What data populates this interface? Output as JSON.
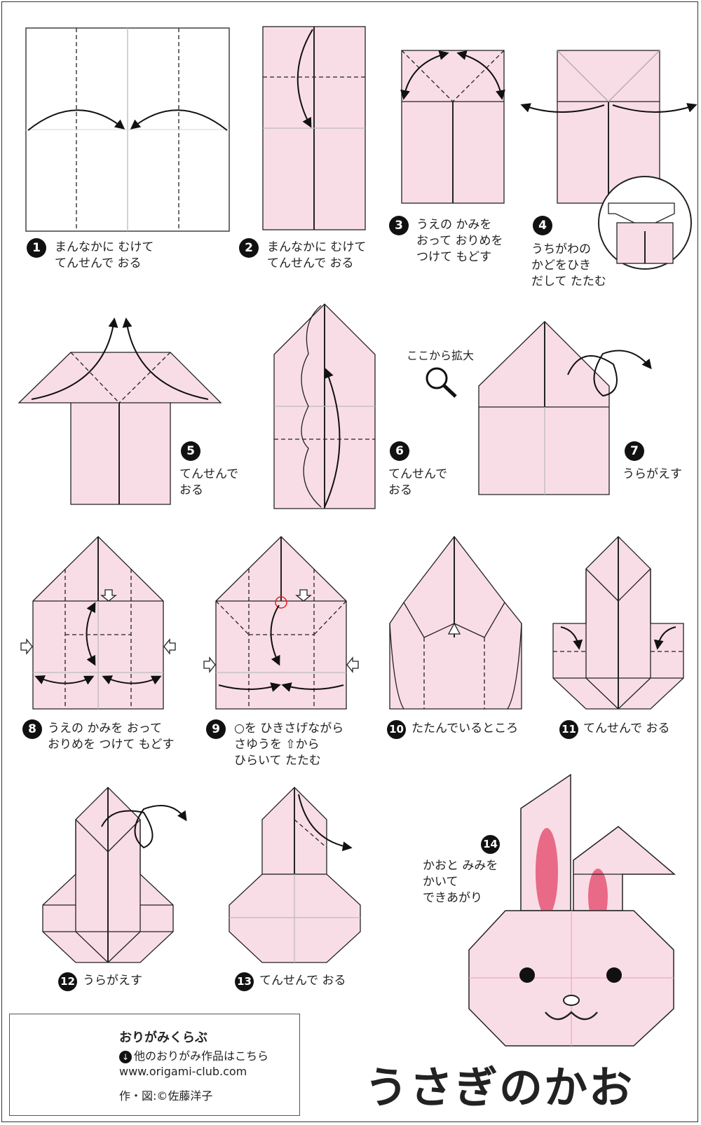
{
  "title": "うさぎのかお",
  "colors": {
    "paper": "#f9dde6",
    "stroke": "#222222",
    "crease": "#555555",
    "ear": "#e96a86",
    "marker": "#e02020"
  },
  "steps": [
    {
      "num": "1",
      "text": "まんなかに むけて\nてんせんで おる"
    },
    {
      "num": "2",
      "text": "まんなかに むけて\nてんせんで おる"
    },
    {
      "num": "3",
      "text": "うえの かみを\nおって おりめを\nつけて もどす"
    },
    {
      "num": "4",
      "text": "うちがわの\nかどをひき\nだして たたむ"
    },
    {
      "num": "5",
      "text": "てんせんで\nおる"
    },
    {
      "num": "6",
      "text": "てんせんで\nおる"
    },
    {
      "num": "7",
      "text": "うらがえす"
    },
    {
      "num": "8",
      "text": "うえの かみを おって\nおりめを つけて もどす"
    },
    {
      "num": "9",
      "text": "○を ひきさげながら\nさゆうを ⇧から\nひらいて たたむ"
    },
    {
      "num": "10",
      "text": "たたんでいるところ"
    },
    {
      "num": "11",
      "text": "てんせんで おる"
    },
    {
      "num": "12",
      "text": "うらがえす"
    },
    {
      "num": "13",
      "text": "てんせんで おる"
    },
    {
      "num": "14",
      "text": "かおと みみを\nかいて\nできあがり"
    }
  ],
  "zoom_text": "ここから拡大",
  "icons": [
    "magnifier-icon",
    "qr-code-icon",
    "down-arrow-icon"
  ],
  "footer": {
    "brand": "おりがみくらぶ",
    "more_icon": "↓",
    "more": "他のおりがみ作品はこちら",
    "url": "www.origami-club.com",
    "credit": "作・図:©佐藤洋子"
  }
}
